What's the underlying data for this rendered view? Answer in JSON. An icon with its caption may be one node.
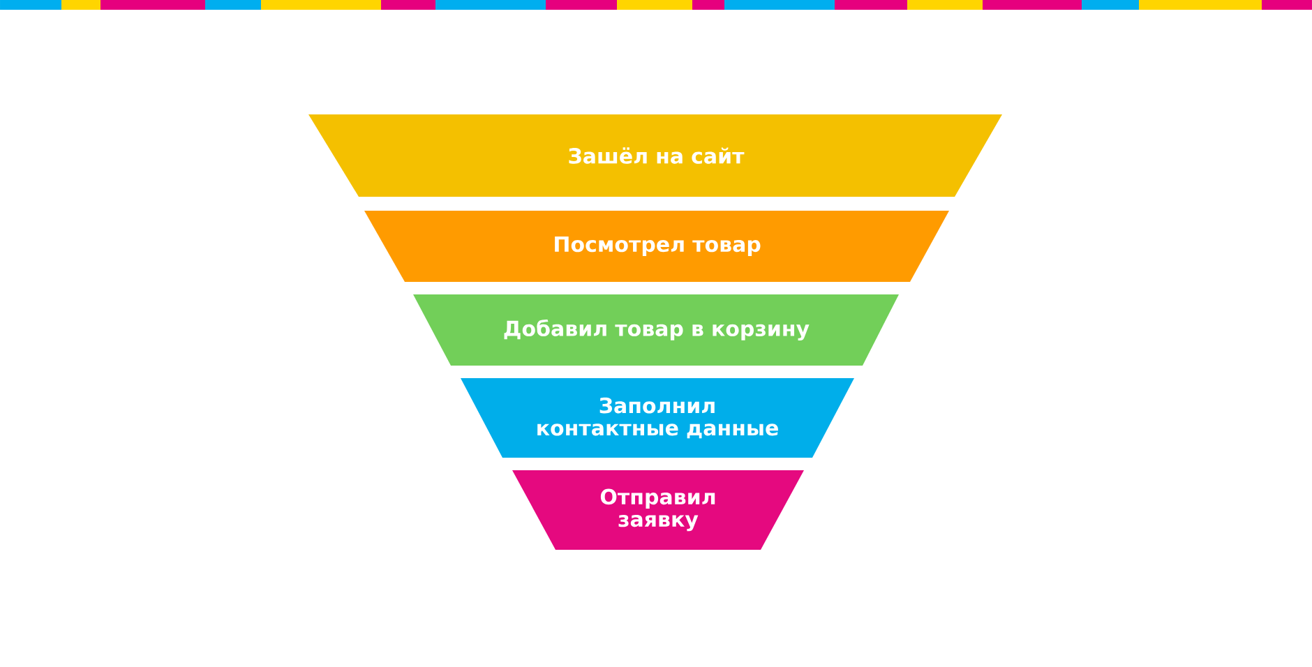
{
  "diagram": {
    "nodes": [
      {
        "text": [
          "Зашёл на сайт"
        ]
      },
      {
        "text": [
          "Посмотрел товар"
        ]
      },
      {
        "text": [
          "Добавил товар в корзину"
        ]
      },
      {
        "text": [
          "Заполнил контактные данные"
        ]
      },
      {
        "text": [
          "Отправил заявку"
        ]
      }
    ]
  }
}
